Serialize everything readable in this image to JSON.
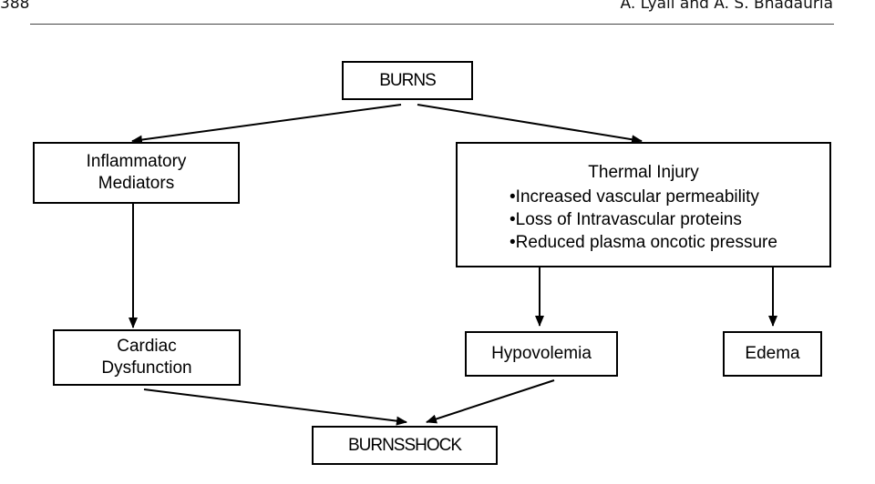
{
  "header": {
    "page_number": "388",
    "authors": "A. Lyall and A. S. Bhadauria"
  },
  "diagram": {
    "burns": "BURNS",
    "inflammatory": [
      "Inflammatory",
      "Mediators"
    ],
    "thermal": {
      "title": "Thermal Injury",
      "items": [
        "•Increased vascular permeability",
        "•Loss of Intravascular proteins",
        "•Reduced plasma oncotic pressure"
      ]
    },
    "cardiac": [
      "Cardiac",
      "Dysfunction"
    ],
    "hypovolemia": "Hypovolemia",
    "edema": "Edema",
    "shock": "BURNSSHOCK"
  }
}
